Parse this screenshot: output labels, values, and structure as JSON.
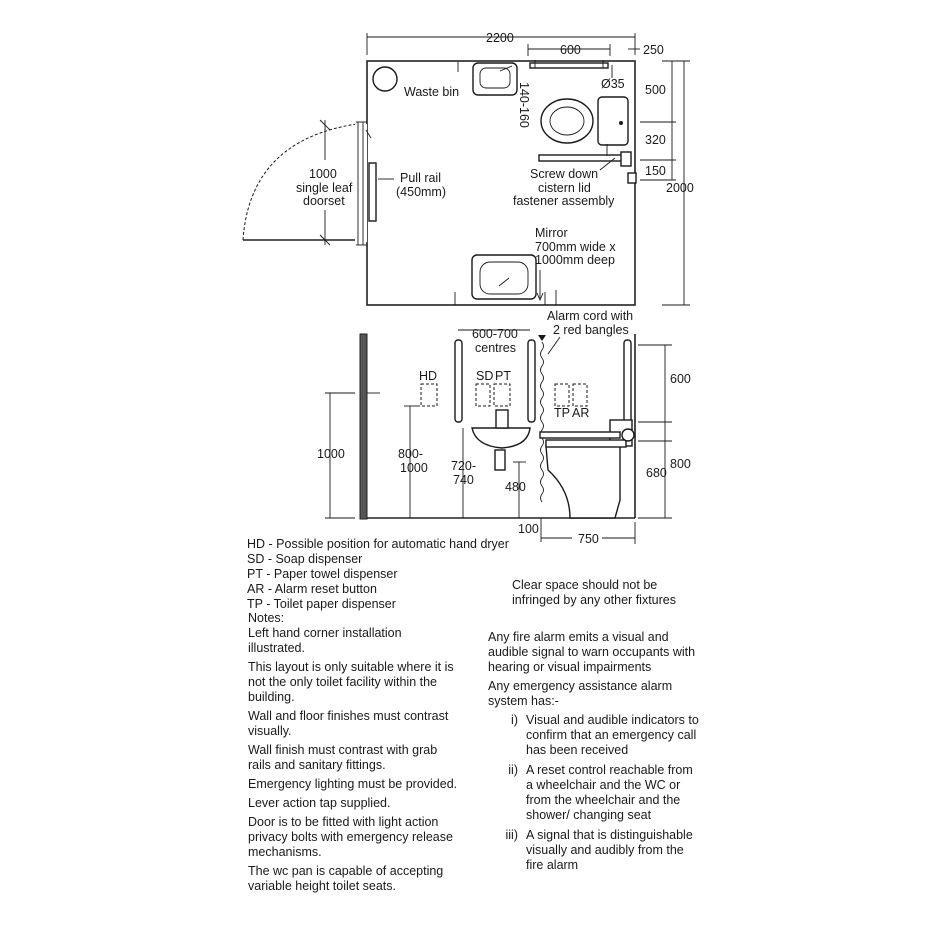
{
  "plan": {
    "dims": {
      "overall_width": "2200",
      "rail_width": "600",
      "edge": "250",
      "rail_dia": "Ø35",
      "offset_range": "140-160",
      "d500": "500",
      "d320": "320",
      "d150": "150",
      "overall_depth": "2000"
    },
    "labels": {
      "waste_bin": "Waste bin",
      "door_line1": "1000",
      "door_line2": "single leaf",
      "door_line3": "doorset",
      "pull_rail_line1": "Pull rail",
      "pull_rail_line2": "(450mm)",
      "fastener_line1": "Screw down",
      "fastener_line2": "cistern lid",
      "fastener_line3": "fastener assembly",
      "mirror_line1": "Mirror",
      "mirror_line2": "700mm wide x",
      "mirror_line3": "1000mm deep"
    }
  },
  "elevation": {
    "labels": {
      "alarm_line1": "Alarm cord with",
      "alarm_line2": "2 red bangles",
      "centres_line1": "600-700",
      "centres_line2": "centres",
      "hd": "HD",
      "sd": "SD",
      "pt": "PT",
      "tp": "TP",
      "ar": "AR"
    },
    "dims": {
      "d1000": "1000",
      "d800_1000_a": "800-",
      "d800_1000_b": "1000",
      "d720_740_a": "720-",
      "d720_740_b": "740",
      "d480": "480",
      "d100": "100",
      "d750": "750",
      "d600": "600",
      "d680": "680",
      "d800": "800"
    }
  },
  "legend": [
    "HD - Possible position for automatic hand dryer",
    "SD - Soap dispenser",
    "PT  - Paper towel dispenser",
    "AR  - Alarm reset button",
    "TP  - Toilet paper dispenser"
  ],
  "notes_heading": "Notes:",
  "notes": [
    "Left hand corner installation illustrated.",
    "This layout is only suitable where it is not the only toilet facility within the building.",
    "Wall and floor finishes must contrast visually.",
    "Wall finish must contrast with grab rails and sanitary fittings.",
    "Emergency lighting must be provided.",
    "Lever action tap supplied.",
    "Door is to be fitted with light action privacy bolts with emergency release mechanisms.",
    "The wc pan is capable of accepting variable height toilet seats."
  ],
  "clear_space": "Clear space should not be infringed by any other fixtures",
  "fire_alarm": "Any fire alarm emits a visual and audible signal to warn occupants with hearing or visual impairments",
  "emergency_intro": "Any emergency assistance alarm system has:-",
  "emergency_items": [
    {
      "num": "i)",
      "text": "Visual and audible indicators to confirm that an emergency call has been received"
    },
    {
      "num": "ii)",
      "text": "A reset control reachable from a wheelchair and the WC or from the wheelchair and the shower/ changing seat"
    },
    {
      "num": "iii)",
      "text": "A signal that is distinguishable visually and audibly from the fire alarm"
    }
  ]
}
